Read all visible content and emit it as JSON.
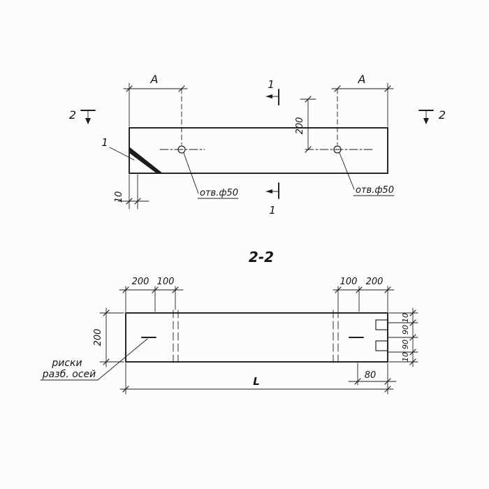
{
  "top_view": {
    "detail_marker": "1",
    "holes": {
      "left_label": "отв.ф50",
      "right_label": "отв.ф50"
    },
    "dims": {
      "a_left": "A",
      "a_right": "A",
      "v200": "200",
      "t10": "10"
    },
    "sections": {
      "s1_top": "1",
      "s1_bottom": "1",
      "s2_left": "2",
      "s2_right": "2"
    }
  },
  "section_view": {
    "title": "2-2",
    "dims": {
      "left_height": "200",
      "top_left": [
        "200",
        "100"
      ],
      "top_right": [
        "100",
        "200"
      ],
      "right_chain": [
        "10",
        "90",
        "90",
        "10"
      ],
      "length": "L",
      "offset80": "80"
    },
    "note": {
      "line1": "риски",
      "line2": "разб. осей"
    }
  }
}
